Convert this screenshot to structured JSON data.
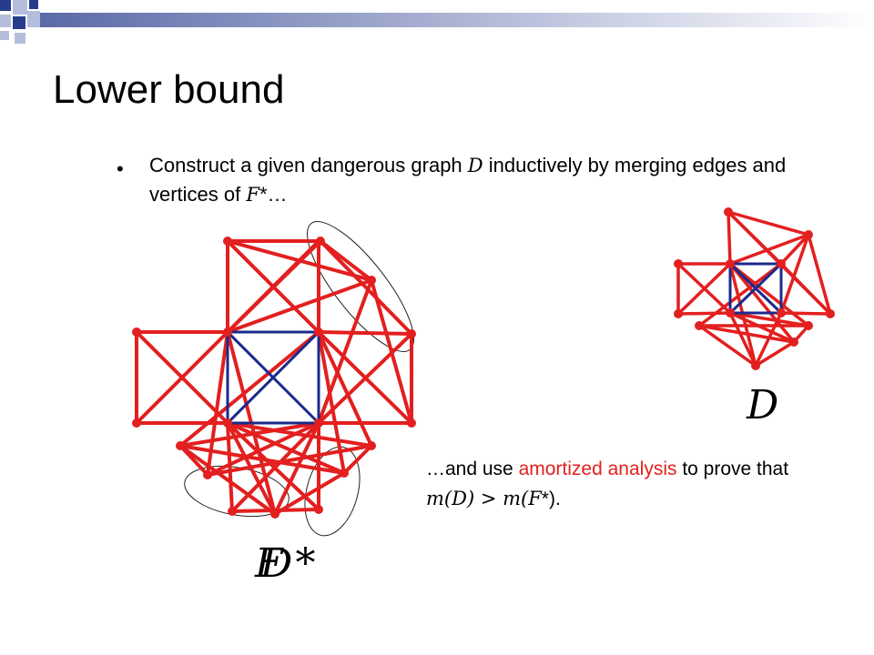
{
  "slide": {
    "title": "Lower bound",
    "bullet": {
      "part1": "Construct a given dangerous graph ",
      "var_D": "D",
      "part2": " inductively by merging edges and vertices of ",
      "var_F": "F",
      "star": "*",
      "ellipsis": "…"
    },
    "followup": {
      "part1": "…and use ",
      "highlight": "amortized analysis",
      "part2": " to prove that ",
      "m1": "m",
      "paren_D": "(D)",
      "gt": " > ",
      "m2": "m",
      "paren_F": "(F",
      "star": "*",
      "close": ")."
    },
    "labels": {
      "graph_D": "D",
      "graph_F": "F *",
      "graph_D_overlap": "D"
    }
  },
  "colors": {
    "edge_red": "#e31f1f",
    "edge_blue": "#1a2a8c",
    "deco_blue": "#283c8c",
    "deco_light": "#b4bedc"
  }
}
